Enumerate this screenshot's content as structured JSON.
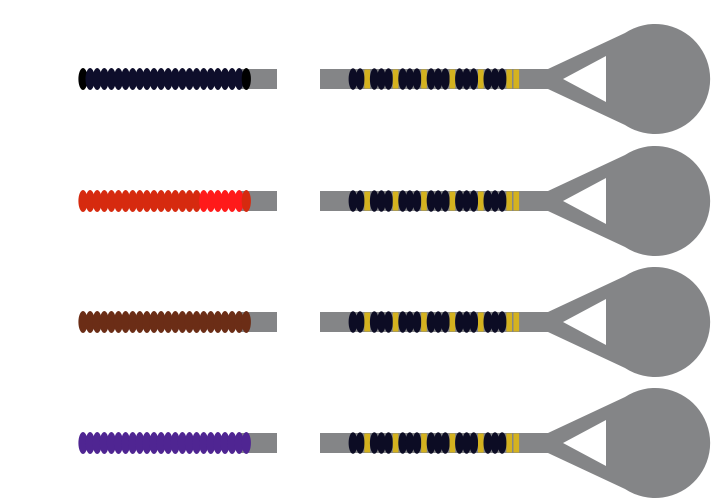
{
  "colors": {
    "background": "#ffffff",
    "shaft_gray": "#848587",
    "wrap_dark": "#0c0c24",
    "accent_yellow": "#d4b21f"
  },
  "left_items": [
    {
      "name": "dark-navy",
      "wrap_color": "#0e0e2b",
      "highlight_color": "#1c1c3a",
      "edge_color": "#000000"
    },
    {
      "name": "red",
      "wrap_color": "#d62a0f",
      "highlight_color": "#ff1a1a",
      "edge_color": "#d62a0f"
    },
    {
      "name": "brown",
      "wrap_color": "#6b2d16",
      "highlight_color": "#6b2d16",
      "edge_color": "#6b2d16"
    },
    {
      "name": "purple",
      "wrap_color": "#4f2592",
      "highlight_color": "#4f2592",
      "edge_color": "#4f2592"
    }
  ],
  "right_items": [
    {
      "name": "loop-1",
      "segment_color": "#0c0c24",
      "band_color": "#d4b21f"
    },
    {
      "name": "loop-2",
      "segment_color": "#0c0c24",
      "band_color": "#d4b21f"
    },
    {
      "name": "loop-3",
      "segment_color": "#0c0c24",
      "band_color": "#d4b21f"
    },
    {
      "name": "loop-4",
      "segment_color": "#0c0c24",
      "band_color": "#d4b21f"
    }
  ]
}
